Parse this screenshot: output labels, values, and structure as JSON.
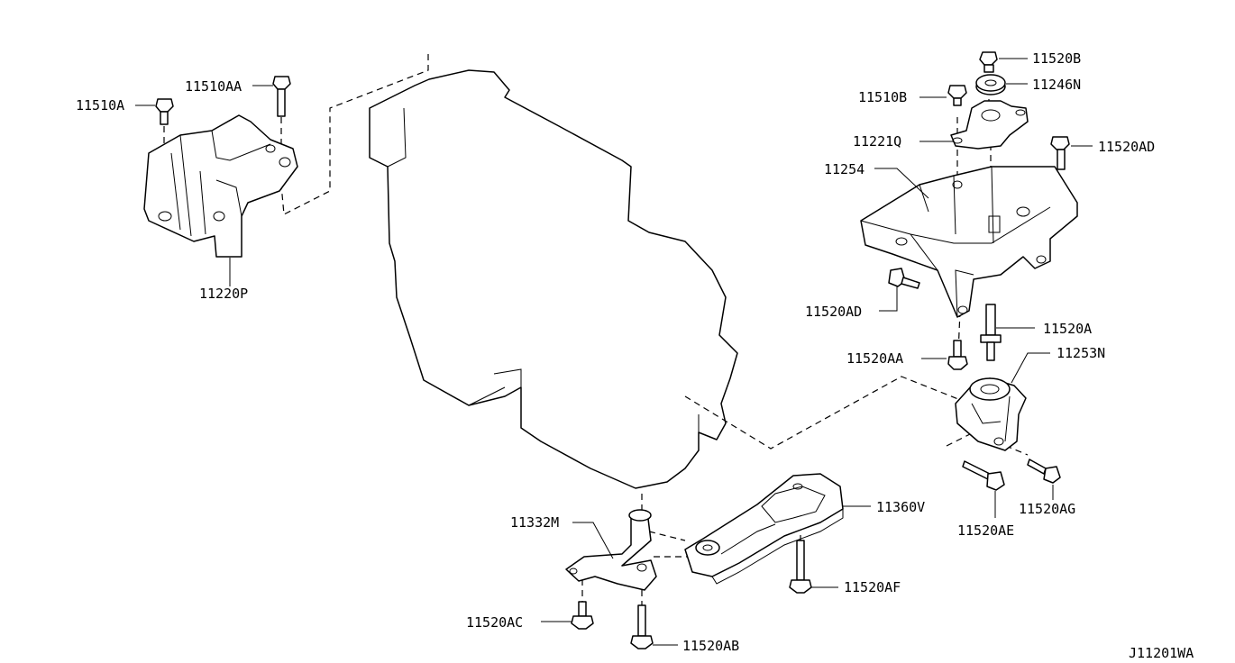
{
  "labels": {
    "p11510A": "11510A",
    "p11510AA": "11510AA",
    "p11220P": "11220P",
    "p11520B": "11520B",
    "p11246N": "11246N",
    "p11510B": "11510B",
    "p11221Q": "11221Q",
    "p11520AD_top": "11520AD",
    "p11254": "11254",
    "p11520AD_left": "11520AD",
    "p11520A": "11520A",
    "p11520AA": "11520AA",
    "p11253N": "11253N",
    "p11332M": "11332M",
    "p11360V": "11360V",
    "p11520AG": "11520AG",
    "p11520AE": "11520AE",
    "p11520AF": "11520AF",
    "p11520AC": "11520AC",
    "p11520AB": "11520AB"
  },
  "diagram_code": "J11201WA"
}
